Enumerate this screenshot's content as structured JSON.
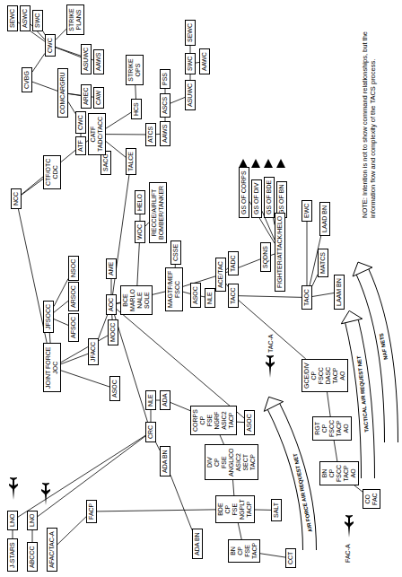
{
  "diagram": {
    "nodes": [
      {
        "text": [
          "J-STARS"
        ]
      },
      {
        "text": [
          "LNO"
        ]
      },
      {
        "text": [
          "ABCCC"
        ]
      },
      {
        "text": [
          "LNO"
        ]
      },
      {
        "text": [
          "AFAC/TAC-A"
        ]
      },
      {
        "text": [
          "FACP"
        ]
      },
      {
        "text": [
          "ADA BN"
        ]
      },
      {
        "text": [
          "CCT"
        ]
      },
      {
        "text": [
          "BN",
          "CP",
          "FSE",
          "TACP"
        ]
      },
      {
        "text": [
          "SALT"
        ]
      },
      {
        "text": [
          "BDE",
          "CP",
          "FSE",
          "NGPLT",
          "TACP"
        ]
      },
      {
        "text": [
          "DIV",
          "CP",
          "FSE",
          "ANGLICO",
          "ASIC2",
          "SECT",
          "TACP"
        ]
      },
      {
        "text": [
          "ADA BN"
        ]
      },
      {
        "text": [
          "CRC"
        ]
      },
      {
        "text": [
          "NLE"
        ]
      },
      {
        "text": [
          "ADA"
        ]
      },
      {
        "text": [
          "CORPS",
          "CP",
          "FSE",
          "NGRF",
          "ASIC2",
          "TACP"
        ]
      },
      {
        "text": [
          "ASOC"
        ]
      },
      {
        "text": [
          "JOINT FORCE",
          "JOC"
        ]
      },
      {
        "text": [
          "ASOC"
        ]
      },
      {
        "text": [
          "JFACC"
        ]
      },
      {
        "text": [
          "JFSOCC"
        ]
      },
      {
        "text": [
          "AFSOC"
        ]
      },
      {
        "text": [
          "ARSOC"
        ]
      },
      {
        "text": [
          "NSOC"
        ]
      },
      {
        "text": [
          "MOCC"
        ]
      },
      {
        "text": [
          "AOC"
        ]
      },
      {
        "text": [
          "BCE",
          "MARLO",
          "NALE",
          "SOLE"
        ]
      },
      {
        "text": [
          "AME"
        ]
      },
      {
        "text": [
          "NCC"
        ]
      },
      {
        "text": [
          "CTF/OTC",
          "CDC"
        ]
      },
      {
        "text": [
          "MAGTF/MEF",
          "FSCC"
        ]
      },
      {
        "text": [
          "ASOC"
        ]
      },
      {
        "text": [
          "NLE"
        ]
      },
      {
        "text": [
          "CSSE"
        ]
      },
      {
        "text": [
          "WOC"
        ]
      },
      {
        "text": [
          "HELO"
        ]
      },
      {
        "text": [
          "RECCE/AIRLIFT",
          "BOMBER/TANKER"
        ]
      },
      {
        "text": [
          "TALCE"
        ]
      },
      {
        "text": [
          "SACC"
        ]
      },
      {
        "text": [
          "ATF"
        ]
      },
      {
        "text": [
          "CATF",
          "TADC/TACC"
        ]
      },
      {
        "text": [
          "CWC"
        ]
      },
      {
        "text": [
          "COMCARGRU"
        ]
      },
      {
        "text": [
          "CVBG"
        ]
      },
      {
        "text": [
          "CWC"
        ]
      },
      {
        "text": [
          "SEWC"
        ]
      },
      {
        "text": [
          "ASWC"
        ]
      },
      {
        "text": [
          "SWC"
        ]
      },
      {
        "text": [
          "STRIKE PLANS"
        ]
      },
      {
        "text": [
          "AREC"
        ]
      },
      {
        "text": [
          "CAW"
        ]
      },
      {
        "text": [
          "ASUWC"
        ]
      },
      {
        "text": [
          "AAWS"
        ]
      },
      {
        "text": [
          "HCS"
        ]
      },
      {
        "text": [
          "STRIKE OPS"
        ]
      },
      {
        "text": [
          "ATCS"
        ]
      },
      {
        "text": [
          "AAWS"
        ]
      },
      {
        "text": [
          "ASCS"
        ]
      },
      {
        "text": [
          "PSS"
        ]
      },
      {
        "text": [
          "ASUWC"
        ]
      },
      {
        "text": [
          "SWC"
        ]
      },
      {
        "text": [
          "SEWC"
        ]
      },
      {
        "text": [
          "AAWC"
        ]
      },
      {
        "text": [
          "GS OF CORPS"
        ]
      },
      {
        "text": [
          "GS OF DIV"
        ]
      },
      {
        "text": [
          "GS OF BDE"
        ]
      },
      {
        "text": [
          "GS OF BN"
        ]
      },
      {
        "text": [
          "ACE/TAC"
        ]
      },
      {
        "text": [
          "TACC"
        ]
      },
      {
        "text": [
          "TADC"
        ]
      },
      {
        "text": [
          "SQDNS"
        ]
      },
      {
        "text": [
          "FIGHTER/ATTACK/HELO"
        ]
      },
      {
        "text": [
          "TAOC"
        ]
      },
      {
        "text": [
          "EWC"
        ]
      },
      {
        "text": [
          "MATCS"
        ]
      },
      {
        "text": [
          "LAAD BN"
        ]
      },
      {
        "text": [
          "LAAM BN"
        ]
      },
      {
        "text": [
          "GCE/DIV",
          "CP",
          "FSCC",
          "DASC",
          "TACP",
          "AO"
        ]
      },
      {
        "text": [
          "RGT",
          "CP",
          "FSCC",
          "TACP",
          "AO"
        ]
      },
      {
        "text": [
          "BN",
          "CP",
          "FSCC",
          "TACP",
          "AO"
        ]
      },
      {
        "text": [
          "CO",
          "FAC"
        ]
      }
    ],
    "edges": [
      {
        "from": 0,
        "to": 1,
        "arrow": "none"
      },
      {
        "from": 2,
        "to": 3,
        "arrow": "none"
      },
      {
        "from": 1,
        "to": 13,
        "arrow": "none"
      },
      {
        "from": 3,
        "to": 13,
        "arrow": "none"
      },
      {
        "from": 4,
        "to": 5,
        "arrow": "none"
      },
      {
        "from": 5,
        "to": 10,
        "arrow": "none"
      },
      {
        "from": 6,
        "to": 12,
        "arrow": "none"
      },
      {
        "from": 12,
        "to": 13,
        "arrow": "none"
      },
      {
        "from": 13,
        "to": 14,
        "arrow": "none"
      },
      {
        "from": 14,
        "to": 15,
        "arrow": "none"
      },
      {
        "from": 15,
        "to": 16,
        "arrow": "none"
      },
      {
        "from": 7,
        "to": 8,
        "arrow": "none"
      },
      {
        "from": 9,
        "to": 10,
        "arrow": "none"
      },
      {
        "from": 8,
        "to": 10,
        "arrow": "none"
      },
      {
        "from": 10,
        "to": 11,
        "arrow": "none"
      },
      {
        "from": 11,
        "to": 16,
        "arrow": "none"
      },
      {
        "from": 16,
        "to": 17,
        "arrow": "none"
      },
      {
        "from": 17,
        "to": 26,
        "arrow": "none"
      },
      {
        "from": 13,
        "to": 26,
        "arrow": "none"
      },
      {
        "from": 18,
        "to": 19,
        "arrow": "none"
      },
      {
        "from": 18,
        "to": 20,
        "arrow": "none"
      },
      {
        "from": 18,
        "to": 21,
        "arrow": "none"
      },
      {
        "from": 18,
        "to": 25,
        "arrow": "none"
      },
      {
        "from": 21,
        "to": 22,
        "arrow": "none"
      },
      {
        "from": 21,
        "to": 23,
        "arrow": "none"
      },
      {
        "from": 21,
        "to": 24,
        "arrow": "none"
      },
      {
        "from": 18,
        "to": 29,
        "arrow": "none"
      },
      {
        "from": 20,
        "to": 26,
        "arrow": "none"
      },
      {
        "from": 25,
        "to": 26,
        "arrow": "none"
      },
      {
        "from": 26,
        "to": 27,
        "arrow": "none"
      },
      {
        "from": 26,
        "to": 28,
        "arrow": "none"
      },
      {
        "from": 29,
        "to": 30,
        "arrow": "none"
      },
      {
        "from": 29,
        "to": 40,
        "arrow": "none"
      },
      {
        "from": 26,
        "to": 31,
        "arrow": "none"
      },
      {
        "from": 31,
        "to": 32,
        "arrow": "none"
      },
      {
        "from": 32,
        "to": 33,
        "arrow": "none"
      },
      {
        "from": 31,
        "to": 34,
        "arrow": "none"
      },
      {
        "from": 27,
        "to": 35,
        "arrow": "none"
      },
      {
        "from": 35,
        "to": 36,
        "arrow": "none"
      },
      {
        "from": 35,
        "to": 37,
        "arrow": "none"
      },
      {
        "from": 26,
        "to": 38,
        "arrow": "none"
      },
      {
        "from": 38,
        "to": 41,
        "arrow": "none"
      },
      {
        "from": 39,
        "to": 41,
        "arrow": "none"
      },
      {
        "from": 40,
        "to": 41,
        "arrow": "none"
      },
      {
        "from": 40,
        "to": 42,
        "arrow": "none"
      },
      {
        "from": 42,
        "to": 43,
        "arrow": "none"
      },
      {
        "from": 43,
        "to": 44,
        "arrow": "none"
      },
      {
        "from": 44,
        "to": 45,
        "arrow": "none"
      },
      {
        "from": 45,
        "to": 46,
        "arrow": "none"
      },
      {
        "from": 45,
        "to": 47,
        "arrow": "none"
      },
      {
        "from": 45,
        "to": 48,
        "arrow": "none"
      },
      {
        "from": 45,
        "to": 49,
        "arrow": "none"
      },
      {
        "from": 43,
        "to": 50,
        "arrow": "none"
      },
      {
        "from": 43,
        "to": 51,
        "arrow": "none"
      },
      {
        "from": 45,
        "to": 52,
        "arrow": "none"
      },
      {
        "from": 45,
        "to": 53,
        "arrow": "none"
      },
      {
        "from": 41,
        "to": 54,
        "arrow": "none"
      },
      {
        "from": 41,
        "to": 56,
        "arrow": "none"
      },
      {
        "from": 54,
        "to": 55,
        "arrow": "none"
      },
      {
        "from": 56,
        "to": 57,
        "arrow": "none"
      },
      {
        "from": 57,
        "to": 58,
        "arrow": "none"
      },
      {
        "from": 58,
        "to": 59,
        "arrow": "none"
      },
      {
        "from": 58,
        "to": 60,
        "arrow": "none"
      },
      {
        "from": 60,
        "to": 61,
        "arrow": "none"
      },
      {
        "from": 61,
        "to": 62,
        "arrow": "none"
      },
      {
        "from": 61,
        "to": 63,
        "arrow": "none"
      },
      {
        "from": 31,
        "to": 68,
        "arrow": "none"
      },
      {
        "from": 68,
        "to": 69,
        "arrow": "none"
      },
      {
        "from": 68,
        "to": 70,
        "arrow": "none"
      },
      {
        "from": 68,
        "to": 71,
        "arrow": "none"
      },
      {
        "from": 71,
        "to": 72,
        "arrow": "none"
      },
      {
        "from": 72,
        "to": 64,
        "arrow": "none"
      },
      {
        "from": 72,
        "to": 65,
        "arrow": "none"
      },
      {
        "from": 72,
        "to": 66,
        "arrow": "none"
      },
      {
        "from": 72,
        "to": 67,
        "arrow": "none"
      },
      {
        "from": 69,
        "to": 73,
        "arrow": "none"
      },
      {
        "from": 73,
        "to": 74,
        "arrow": "none"
      },
      {
        "from": 73,
        "to": 75,
        "arrow": "none"
      },
      {
        "from": 73,
        "to": 76,
        "arrow": "none"
      },
      {
        "from": 73,
        "to": 77,
        "arrow": "none"
      },
      {
        "from": 78,
        "to": 69,
        "arrow": "none"
      },
      {
        "from": 78,
        "to": 79,
        "arrow": "none"
      },
      {
        "from": 79,
        "to": 80,
        "arrow": "none"
      },
      {
        "from": 80,
        "to": 81,
        "arrow": "none"
      }
    ],
    "labels": [
      "AIR FORCE AIR REQUEST NET",
      "TACTICAL AIR REQUEST NET",
      "NAF NETS",
      "TAC-A",
      "FAC-A",
      "NOTE: Intention is not to show command relationships, but the information flow and complexity of the TACS process."
    ]
  }
}
